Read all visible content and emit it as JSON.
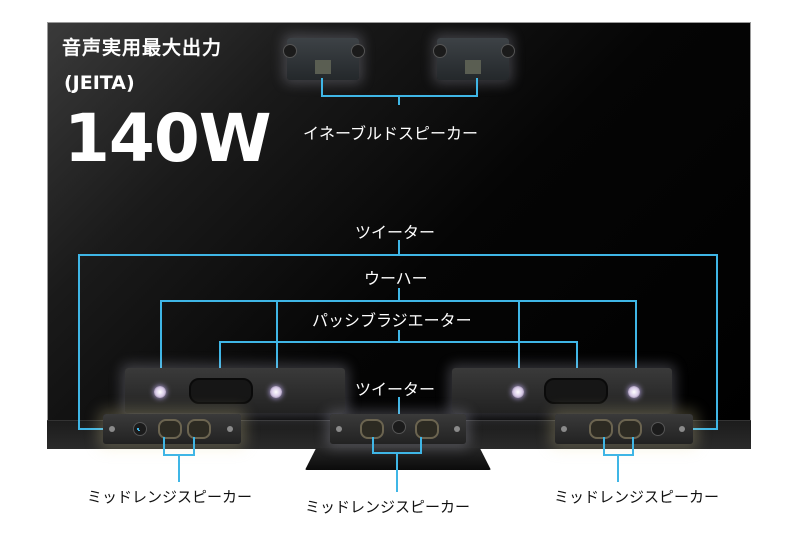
{
  "headline": {
    "title": "音声実用最大出力",
    "standard": "(JEITA)",
    "power": "140W"
  },
  "labels": {
    "enabled_speaker": "イネーブルドスピーカー",
    "tweeter_outer": "ツイーター",
    "woofer": "ウーハー",
    "passive_radiator": "パッシブラジエーター",
    "tweeter_center": "ツイーター",
    "midrange_left": "ミッドレンジスピーカー",
    "midrange_center": "ミッドレンジスピーカー",
    "midrange_right": "ミッドレンジスピーカー"
  },
  "colors": {
    "leader_line": "#3fb6e6",
    "text_on_dark": "#ffffff",
    "text_on_light": "#111111"
  }
}
